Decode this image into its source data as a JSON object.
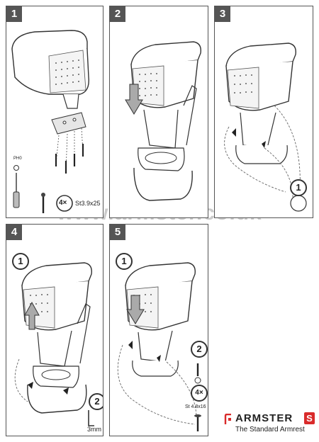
{
  "steps": [
    {
      "number": "1"
    },
    {
      "number": "2"
    },
    {
      "number": "3"
    },
    {
      "number": "4"
    },
    {
      "number": "5"
    }
  ],
  "step1": {
    "tool_label": "PH0",
    "qty_label": "4×",
    "screw_spec": "St3.9x25"
  },
  "step3": {
    "sub_step": "1"
  },
  "step4": {
    "sub_step_1": "1",
    "sub_step_2": "2",
    "gap_label": "3mm"
  },
  "step5": {
    "sub_step_1": "1",
    "sub_step_2": "2",
    "qty_label": "4×",
    "screw_spec": "St 4.8x16"
  },
  "watermark": "www.armster.co.uk",
  "brand": {
    "name": "ARMSTER",
    "badge": "S",
    "tagline": "The Standard Armrest",
    "accent": "#d92b2b"
  }
}
